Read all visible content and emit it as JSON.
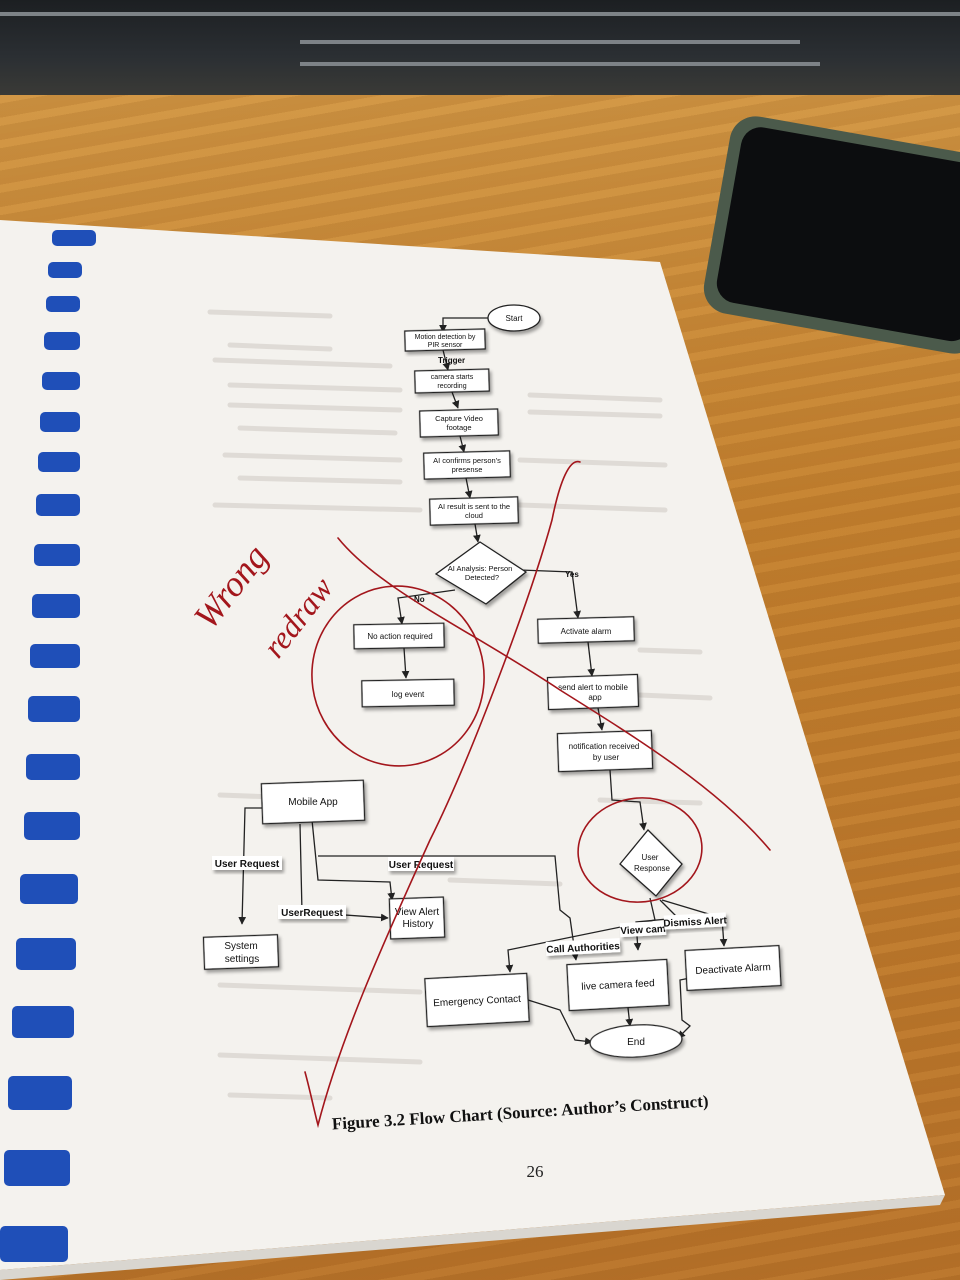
{
  "flowchart": {
    "start": "Start",
    "motion": [
      "Motion detection by",
      "PIR sensor"
    ],
    "trigger": "Trigger",
    "camera": [
      "camera starts",
      "recording"
    ],
    "capture": [
      "Capture Video",
      "footage"
    ],
    "ai_confirm": [
      "AI confirms person's",
      "presense"
    ],
    "ai_cloud": [
      "AI result is sent to the",
      "cloud"
    ],
    "decision": [
      "AI Analysis: Person",
      "Detected?"
    ],
    "no_label": "No",
    "yes_label": "Yes",
    "no_action": "No action required",
    "log_event": "log event",
    "activate_alarm": "Activate alarm",
    "send_alert": [
      "send alert to mobile",
      "app"
    ],
    "notification": [
      "notification received",
      "by user"
    ],
    "user_response": [
      "User",
      "Response"
    ],
    "mobile_app": "Mobile App",
    "user_request_1": "User Request",
    "user_request_2": "User Request",
    "user_request_3": "UserRequest",
    "system_settings": [
      "System",
      "settings"
    ],
    "view_alert_history": [
      "View Alert",
      "History"
    ],
    "call_authorities": "Call Authorities",
    "view_cam": "View cam",
    "dismiss_alert": "Dismiss Alert",
    "emergency_contact": "Emergency Contact",
    "live_camera_feed": "live camera feed",
    "deactivate_alarm": "Deactivate Alarm",
    "end": "End"
  },
  "caption": "Figure 3.2   Flow Chart (Source: Author’s Construct)",
  "page_number": "26",
  "handwriting": [
    "Wrong",
    "redraw"
  ],
  "colors": {
    "pen": "#a3161c",
    "binding": "#1f4fb8",
    "paper": "#f4f2ee"
  }
}
